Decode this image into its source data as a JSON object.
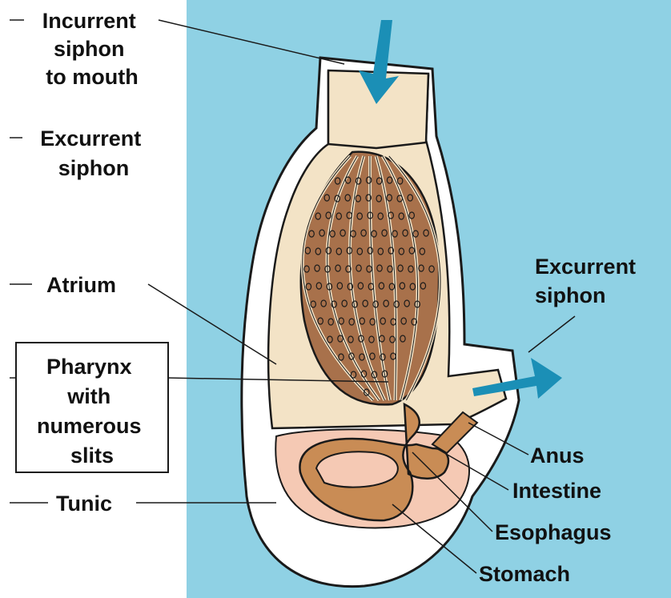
{
  "labels": {
    "incurrent_siphon": [
      "Incurrent",
      "siphon",
      "to mouth"
    ],
    "excurrent_siphon_left": [
      "Excurrent",
      "siphon"
    ],
    "atrium": "Atrium",
    "pharynx": [
      "Pharynx",
      "with",
      "numerous",
      "slits"
    ],
    "tunic": "Tunic",
    "excurrent_siphon_right": [
      "Excurrent",
      "siphon"
    ],
    "anus": "Anus",
    "intestine": "Intestine",
    "esophagus": "Esophagus",
    "stomach": "Stomach"
  },
  "colors": {
    "background_water": "#8fd1e4",
    "tunic": "#ffffff",
    "body_wall": "#f3e3c6",
    "pharynx": "#a8714b",
    "gut": "#c98c55",
    "stomach_region": "#f5c9b4",
    "flow_arrow": "#1b8fb6",
    "outline": "#1a1a1a"
  }
}
